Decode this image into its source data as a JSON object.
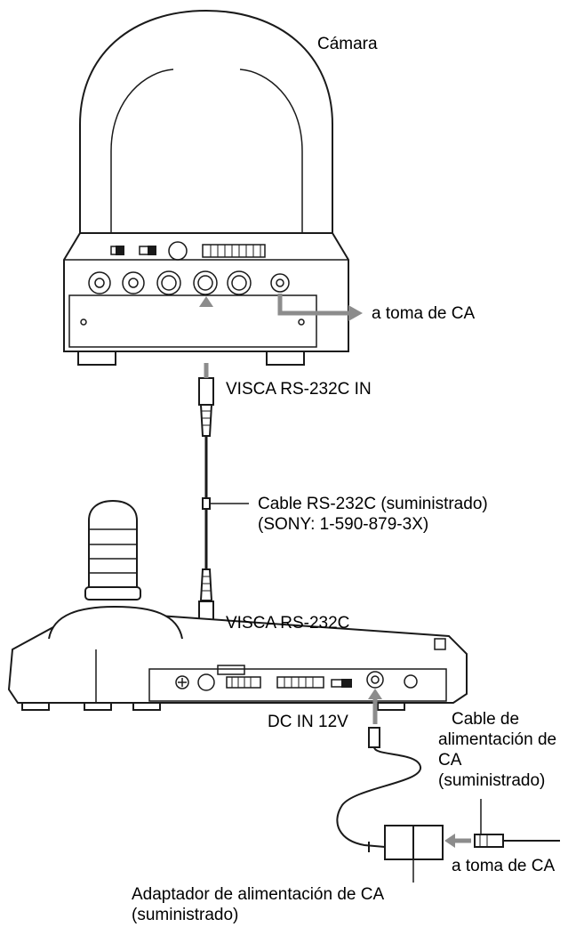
{
  "labels": {
    "camera": "Cámara",
    "ac_outlet_camera": "a toma de CA",
    "visca_in": "VISCA RS-232C IN",
    "cable_line1": "Cable RS-232C (suministrado)",
    "cable_line2": "(SONY: 1-590-879-3X)",
    "visca_controller": "VISCA RS-232C",
    "dc_in": "DC IN 12V",
    "power_cable_line1": "Cable de",
    "power_cable_line2": "alimentación de",
    "power_cable_line3": "CA",
    "power_cable_line4": "(suministrado)",
    "ac_outlet_adapter": "a toma de CA",
    "adapter_line1": "Adaptador de alimentación de CA",
    "adapter_line2": "(suministrado)"
  },
  "colors": {
    "line": "#1a1a1a",
    "arrow": "#8c8c8c",
    "background": "#ffffff"
  }
}
